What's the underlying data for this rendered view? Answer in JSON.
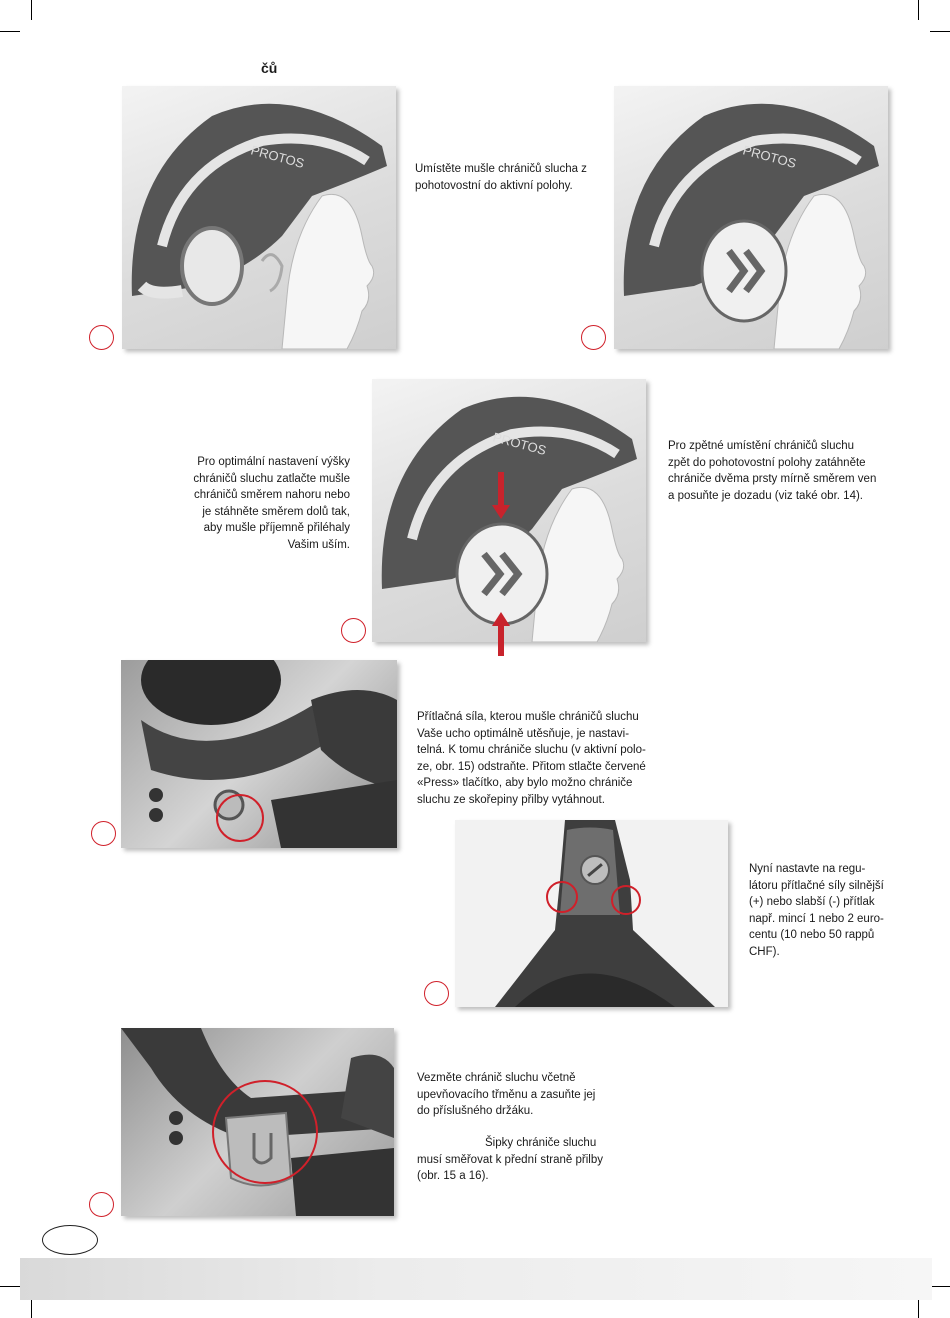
{
  "heading": "čů",
  "captions": {
    "s1": "Umístěte mušle chráničů slucha z\npohotovostní do aktivní polohy.",
    "s2_left": "Pro optimální nastavení výšky\nchráničů sluchu zatlačte mušle\nchráničů směrem nahoru nebo\nje stáhněte směrem dolů tak,\naby mušle příjemně přiléhaly\nVašim uším.",
    "s2_right": "Pro zpětné umístění chráničů sluchu\nzpět do pohotovostní polohy zatáhněte\nchrániče dvěma prsty mírně směrem ven\na posuňte je dozadu (viz také obr. 14).",
    "s3": "Přítlačná síla, kterou mušle chráničů sluchu\nVaše ucho optimálně utěsňuje, je nastavi-\ntelná. K tomu chrániče sluchu (v aktivní polo-\nze, obr. 15) odstraňte. Přitom stlačte červené\n«Press» tlačítko, aby bylo možno chrániče\nsluchu ze skořepiny přilby vytáhnout.",
    "s4": "Nyní nastavte na regu-\nlátoru přítlačné síly silnější\n(+) nebo slabší (-) přítlak\nnapř. mincí 1 nebo 2 euro-\ncentu (10 nebo 50 rappů\nCHF).",
    "s5a": "Vezměte chránič sluchu včetně\nupevňovacího třměnu a zasuňte jej\ndo příslušného držáku.",
    "s5b": "Šipky chrániče sluchu\nmusí směřovat k přední straně přilby\n(obr. 15 a 16)."
  },
  "brand": "PROTOS",
  "colors": {
    "accent_red": "#c8232c",
    "helmet_grey": "#555555"
  }
}
